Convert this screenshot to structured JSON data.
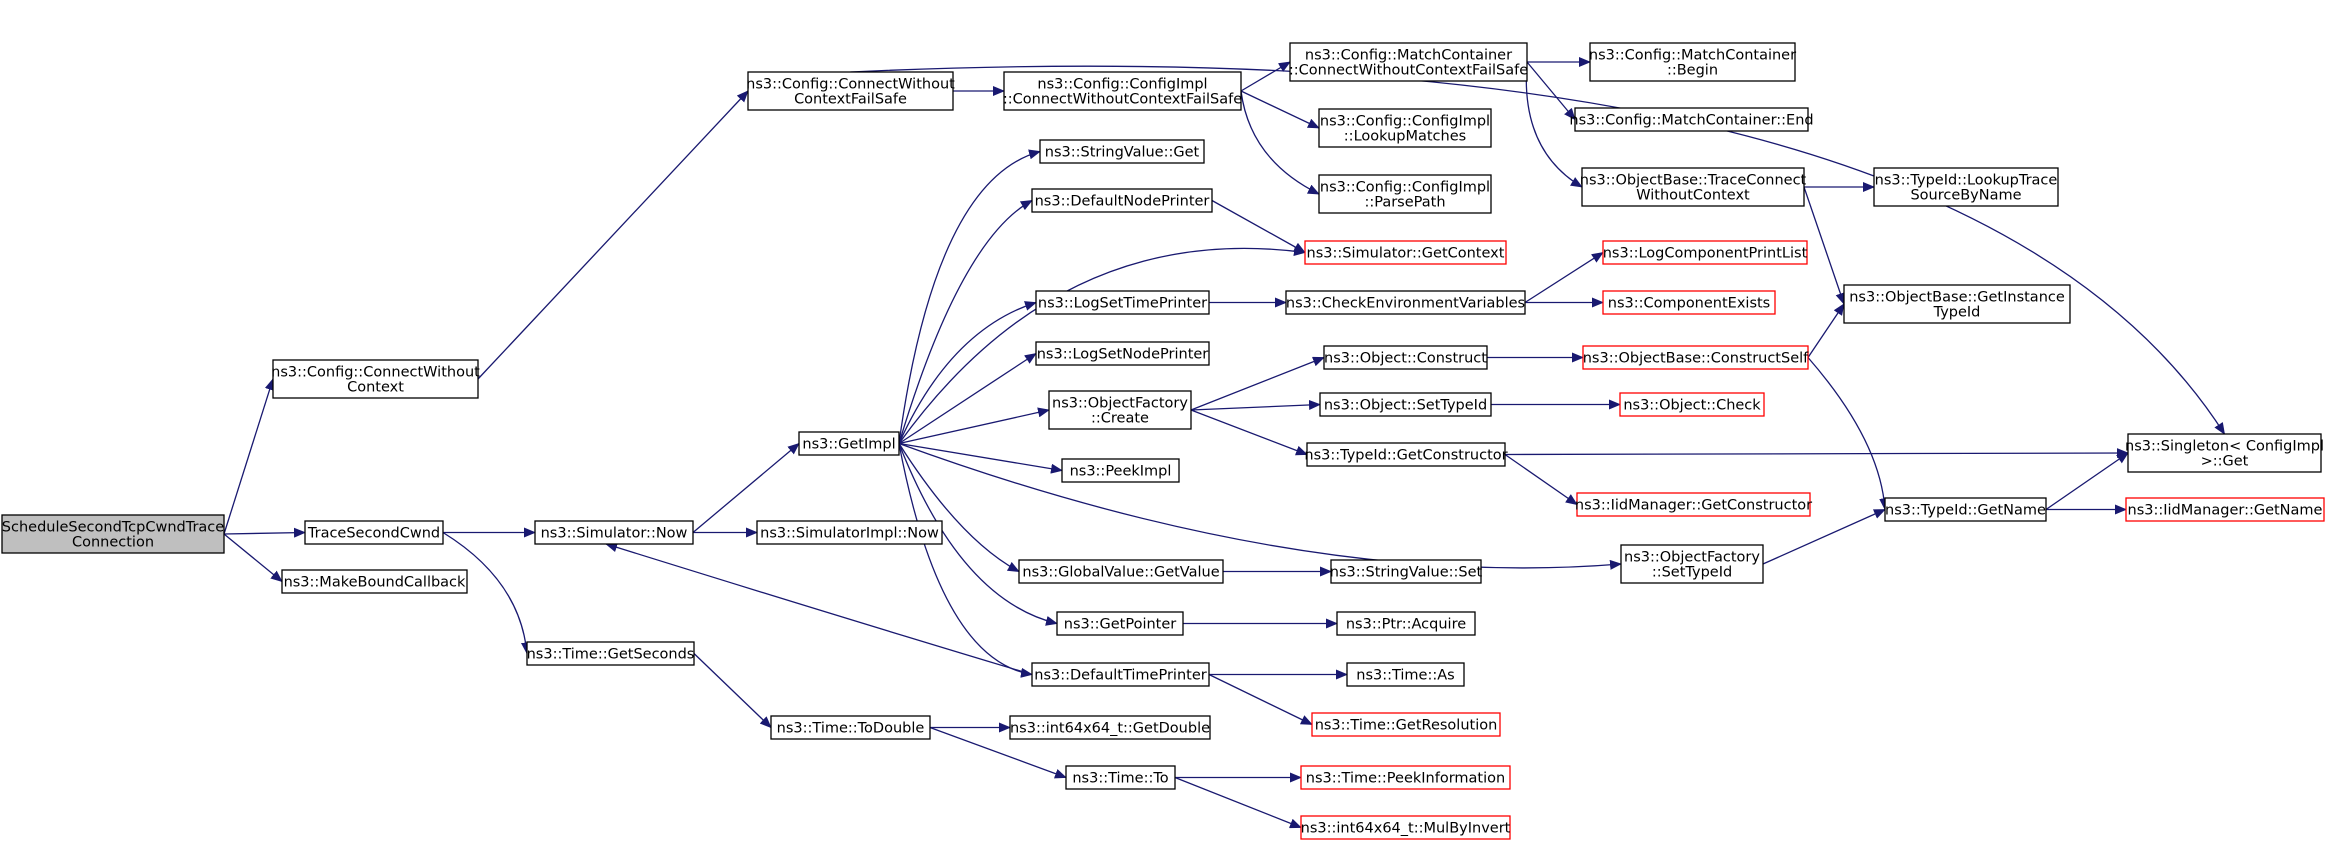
{
  "colors": {
    "edge": "#191970",
    "border_normal": "#000000",
    "border_truncated": "#ff0000",
    "root_fill": "#bfbfbf",
    "node_fill": "#ffffff"
  },
  "nodes": [
    {
      "id": "schedule-second-tcp-cwnd-trace-connection",
      "lines": [
        "ScheduleSecondTcpCwndTrace",
        "Connection"
      ],
      "kind": "root"
    },
    {
      "id": "trace-second-cwnd",
      "lines": [
        "TraceSecondCwnd"
      ],
      "kind": "normal"
    },
    {
      "id": "make-bound-callback",
      "lines": [
        "ns3::MakeBoundCallback"
      ],
      "kind": "normal"
    },
    {
      "id": "config-connect-without-context",
      "lines": [
        "ns3::Config::ConnectWithout",
        "Context"
      ],
      "kind": "normal"
    },
    {
      "id": "config-connect-without-context-failsafe",
      "lines": [
        "ns3::Config::ConnectWithout",
        "ContextFailSafe"
      ],
      "kind": "normal"
    },
    {
      "id": "configimpl-connect-without-context-failsafe",
      "lines": [
        "ns3::Config::ConfigImpl",
        "::ConnectWithoutContextFailSafe"
      ],
      "kind": "normal"
    },
    {
      "id": "matchcontainer-connect-without-context-failsafe",
      "lines": [
        "ns3::Config::MatchContainer",
        "::ConnectWithoutContextFailSafe"
      ],
      "kind": "normal"
    },
    {
      "id": "matchcontainer-begin",
      "lines": [
        "ns3::Config::MatchContainer",
        "::Begin"
      ],
      "kind": "normal"
    },
    {
      "id": "matchcontainer-end",
      "lines": [
        "ns3::Config::MatchContainer::End"
      ],
      "kind": "normal"
    },
    {
      "id": "objectbase-trace-connect-without-context",
      "lines": [
        "ns3::ObjectBase::TraceConnect",
        "WithoutContext"
      ],
      "kind": "normal"
    },
    {
      "id": "typeid-lookup-trace-source-by-name",
      "lines": [
        "ns3::TypeId::LookupTrace",
        "SourceByName"
      ],
      "kind": "normal"
    },
    {
      "id": "objectbase-get-instance-typeid",
      "lines": [
        "ns3::ObjectBase::GetInstance",
        "TypeId"
      ],
      "kind": "normal"
    },
    {
      "id": "configimpl-lookup-matches",
      "lines": [
        "ns3::Config::ConfigImpl",
        "::LookupMatches"
      ],
      "kind": "normal"
    },
    {
      "id": "configimpl-parse-path",
      "lines": [
        "ns3::Config::ConfigImpl",
        "::ParsePath"
      ],
      "kind": "normal"
    },
    {
      "id": "singleton-configimpl-get",
      "lines": [
        "ns3::Singleton< ConfigImpl",
        " >::Get"
      ],
      "kind": "normal"
    },
    {
      "id": "stringvalue-get",
      "lines": [
        "ns3::StringValue::Get"
      ],
      "kind": "normal"
    },
    {
      "id": "default-node-printer",
      "lines": [
        "ns3::DefaultNodePrinter"
      ],
      "kind": "normal"
    },
    {
      "id": "simulator-get-context",
      "lines": [
        "ns3::Simulator::GetContext"
      ],
      "kind": "truncated"
    },
    {
      "id": "log-set-time-printer",
      "lines": [
        "ns3::LogSetTimePrinter"
      ],
      "kind": "normal"
    },
    {
      "id": "check-environment-variables",
      "lines": [
        "ns3::CheckEnvironmentVariables"
      ],
      "kind": "normal"
    },
    {
      "id": "log-component-print-list",
      "lines": [
        "ns3::LogComponentPrintList"
      ],
      "kind": "truncated"
    },
    {
      "id": "component-exists",
      "lines": [
        "ns3::ComponentExists"
      ],
      "kind": "truncated"
    },
    {
      "id": "log-set-node-printer",
      "lines": [
        "ns3::LogSetNodePrinter"
      ],
      "kind": "normal"
    },
    {
      "id": "object-construct",
      "lines": [
        "ns3::Object::Construct"
      ],
      "kind": "normal"
    },
    {
      "id": "objectbase-construct-self",
      "lines": [
        "ns3::ObjectBase::ConstructSelf"
      ],
      "kind": "truncated"
    },
    {
      "id": "objectfactory-create",
      "lines": [
        "ns3::ObjectFactory",
        "::Create"
      ],
      "kind": "normal"
    },
    {
      "id": "object-set-typeid",
      "lines": [
        "ns3::Object::SetTypeId"
      ],
      "kind": "normal"
    },
    {
      "id": "object-check",
      "lines": [
        "ns3::Object::Check"
      ],
      "kind": "truncated"
    },
    {
      "id": "get-impl",
      "lines": [
        "ns3::GetImpl"
      ],
      "kind": "normal"
    },
    {
      "id": "typeid-get-constructor",
      "lines": [
        "ns3::TypeId::GetConstructor"
      ],
      "kind": "normal"
    },
    {
      "id": "peek-impl",
      "lines": [
        "ns3::PeekImpl"
      ],
      "kind": "normal"
    },
    {
      "id": "iidmanager-get-constructor",
      "lines": [
        "ns3::IidManager::GetConstructor"
      ],
      "kind": "truncated"
    },
    {
      "id": "typeid-get-name",
      "lines": [
        "ns3::TypeId::GetName"
      ],
      "kind": "normal"
    },
    {
      "id": "iidmanager-get-name",
      "lines": [
        "ns3::IidManager::GetName"
      ],
      "kind": "truncated"
    },
    {
      "id": "simulator-now",
      "lines": [
        "ns3::Simulator::Now"
      ],
      "kind": "normal"
    },
    {
      "id": "simulatorimpl-now",
      "lines": [
        "ns3::SimulatorImpl::Now"
      ],
      "kind": "normal"
    },
    {
      "id": "objectfactory-set-typeid",
      "lines": [
        "ns3::ObjectFactory",
        "::SetTypeId"
      ],
      "kind": "normal"
    },
    {
      "id": "globalvalue-get-value",
      "lines": [
        "ns3::GlobalValue::GetValue"
      ],
      "kind": "normal"
    },
    {
      "id": "stringvalue-set",
      "lines": [
        "ns3::StringValue::Set"
      ],
      "kind": "normal"
    },
    {
      "id": "get-pointer",
      "lines": [
        "ns3::GetPointer"
      ],
      "kind": "normal"
    },
    {
      "id": "ptr-acquire",
      "lines": [
        "ns3::Ptr::Acquire"
      ],
      "kind": "normal"
    },
    {
      "id": "time-get-seconds",
      "lines": [
        "ns3::Time::GetSeconds"
      ],
      "kind": "normal"
    },
    {
      "id": "default-time-printer",
      "lines": [
        "ns3::DefaultTimePrinter"
      ],
      "kind": "normal"
    },
    {
      "id": "time-as",
      "lines": [
        "ns3::Time::As"
      ],
      "kind": "normal"
    },
    {
      "id": "time-get-resolution",
      "lines": [
        "ns3::Time::GetResolution"
      ],
      "kind": "truncated"
    },
    {
      "id": "time-to-double",
      "lines": [
        "ns3::Time::ToDouble"
      ],
      "kind": "normal"
    },
    {
      "id": "int64x64-get-double",
      "lines": [
        "ns3::int64x64_t::GetDouble"
      ],
      "kind": "normal"
    },
    {
      "id": "time-to",
      "lines": [
        "ns3::Time::To"
      ],
      "kind": "normal"
    },
    {
      "id": "time-peek-information",
      "lines": [
        "ns3::Time::PeekInformation"
      ],
      "kind": "truncated"
    },
    {
      "id": "int64x64-mul-by-invert",
      "lines": [
        "ns3::int64x64_t::MulByInvert"
      ],
      "kind": "truncated"
    }
  ],
  "edges": [
    [
      "schedule-second-tcp-cwnd-trace-connection",
      "config-connect-without-context"
    ],
    [
      "schedule-second-tcp-cwnd-trace-connection",
      "trace-second-cwnd"
    ],
    [
      "schedule-second-tcp-cwnd-trace-connection",
      "make-bound-callback"
    ],
    [
      "config-connect-without-context",
      "config-connect-without-context-failsafe"
    ],
    [
      "config-connect-without-context-failsafe",
      "configimpl-connect-without-context-failsafe"
    ],
    [
      "config-connect-without-context-failsafe",
      "singleton-configimpl-get"
    ],
    [
      "configimpl-connect-without-context-failsafe",
      "matchcontainer-connect-without-context-failsafe"
    ],
    [
      "configimpl-connect-without-context-failsafe",
      "configimpl-lookup-matches"
    ],
    [
      "configimpl-connect-without-context-failsafe",
      "configimpl-parse-path"
    ],
    [
      "matchcontainer-connect-without-context-failsafe",
      "matchcontainer-begin"
    ],
    [
      "matchcontainer-connect-without-context-failsafe",
      "matchcontainer-end"
    ],
    [
      "matchcontainer-connect-without-context-failsafe",
      "objectbase-trace-connect-without-context"
    ],
    [
      "objectbase-trace-connect-without-context",
      "typeid-lookup-trace-source-by-name"
    ],
    [
      "objectbase-trace-connect-without-context",
      "objectbase-get-instance-typeid"
    ],
    [
      "trace-second-cwnd",
      "simulator-now"
    ],
    [
      "trace-second-cwnd",
      "time-get-seconds"
    ],
    [
      "simulator-now",
      "get-impl"
    ],
    [
      "simulator-now",
      "simulatorimpl-now"
    ],
    [
      "get-impl",
      "stringvalue-get"
    ],
    [
      "get-impl",
      "default-node-printer"
    ],
    [
      "get-impl",
      "simulator-get-context"
    ],
    [
      "get-impl",
      "log-set-time-printer"
    ],
    [
      "get-impl",
      "log-set-node-printer"
    ],
    [
      "get-impl",
      "objectfactory-create"
    ],
    [
      "get-impl",
      "peek-impl"
    ],
    [
      "get-impl",
      "objectfactory-set-typeid"
    ],
    [
      "get-impl",
      "globalvalue-get-value"
    ],
    [
      "get-impl",
      "get-pointer"
    ],
    [
      "get-impl",
      "default-time-printer"
    ],
    [
      "default-node-printer",
      "simulator-get-context"
    ],
    [
      "log-set-time-printer",
      "check-environment-variables"
    ],
    [
      "check-environment-variables",
      "log-component-print-list"
    ],
    [
      "check-environment-variables",
      "component-exists"
    ],
    [
      "objectfactory-create",
      "object-construct"
    ],
    [
      "objectfactory-create",
      "object-set-typeid"
    ],
    [
      "objectfactory-create",
      "typeid-get-constructor"
    ],
    [
      "object-construct",
      "objectbase-construct-self"
    ],
    [
      "objectbase-construct-self",
      "objectbase-get-instance-typeid"
    ],
    [
      "objectbase-construct-self",
      "typeid-get-name"
    ],
    [
      "object-set-typeid",
      "object-check"
    ],
    [
      "typeid-get-constructor",
      "singleton-configimpl-get"
    ],
    [
      "typeid-get-constructor",
      "iidmanager-get-constructor"
    ],
    [
      "objectfactory-set-typeid",
      "typeid-get-name"
    ],
    [
      "typeid-get-name",
      "singleton-configimpl-get"
    ],
    [
      "typeid-get-name",
      "iidmanager-get-name"
    ],
    [
      "globalvalue-get-value",
      "stringvalue-set"
    ],
    [
      "get-pointer",
      "ptr-acquire"
    ],
    [
      "default-time-printer",
      "simulator-now"
    ],
    [
      "default-time-printer",
      "time-as"
    ],
    [
      "default-time-printer",
      "time-get-resolution"
    ],
    [
      "time-get-seconds",
      "time-to-double"
    ],
    [
      "time-to-double",
      "int64x64-get-double"
    ],
    [
      "time-to-double",
      "time-to"
    ],
    [
      "time-to",
      "time-peek-information"
    ],
    [
      "time-to",
      "int64x64-mul-by-invert"
    ]
  ]
}
